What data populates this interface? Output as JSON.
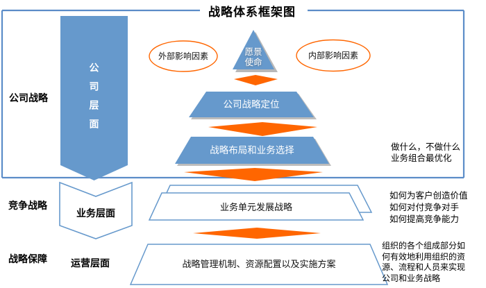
{
  "title": "战略体系框架图",
  "colors": {
    "shape_blue": "#6699cc",
    "frame_blue": "#5b8cc8",
    "outline_blue": "#6699cc",
    "arrow_orange": "#ff6600",
    "shadow_gray": "#a0a0a0"
  },
  "left_labels": {
    "corporate": "公司战略",
    "competitive": "竞争战略",
    "guarantee": "战略保障"
  },
  "levels": {
    "company": "公司层面",
    "business": "业务层面",
    "operations": "运营层面"
  },
  "factors": {
    "external": "外部影响因素",
    "internal": "内部影响因素"
  },
  "pyramid": {
    "vision_mission": "愿景\n使命",
    "positioning": "公司战略定位",
    "layout": "战略布局和业务选择"
  },
  "business_unit": "业务单元发展战略",
  "implementation": "战略管理机制、资源配置以及实施方案",
  "annotations": {
    "corporate": "做什么，不做什么\n业务组合最优化",
    "competitive": "如何为客户创造价值\n如何对付竞争对手\n如何提高竞争能力",
    "operations": "组织的各个组成部分如\n何有效地利用组织的资\n源、流程和人员来实现\n公司和业务战略"
  }
}
